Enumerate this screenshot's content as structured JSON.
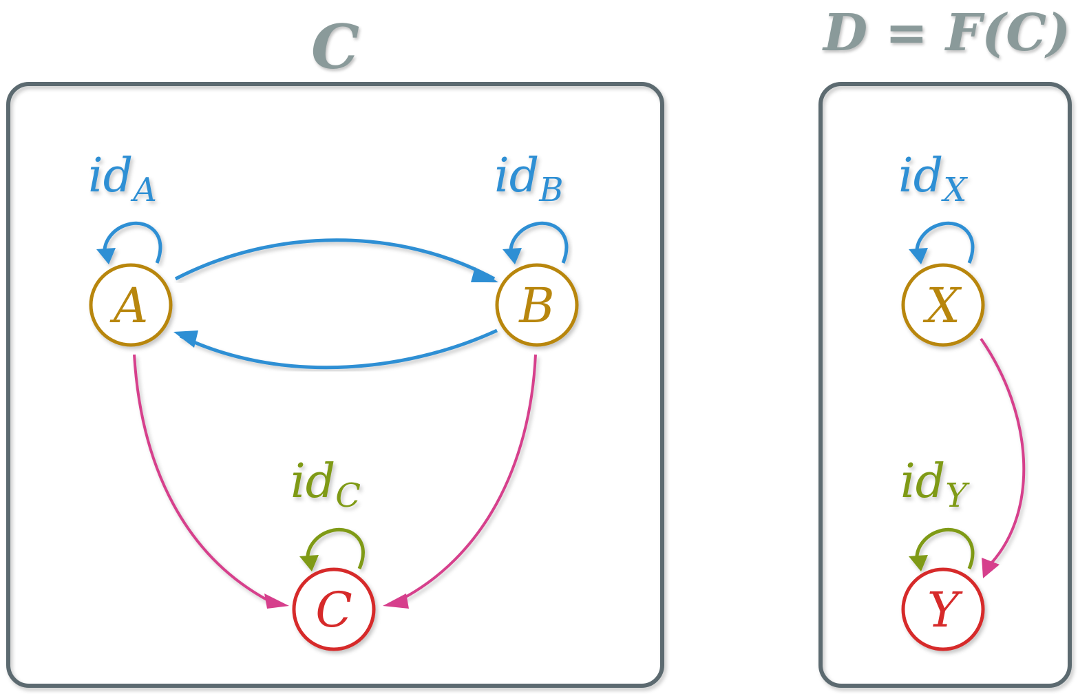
{
  "panels": {
    "left": {
      "title": "C"
    },
    "right": {
      "title": "D = F(C)"
    }
  },
  "nodes": {
    "a": {
      "label": "A"
    },
    "b": {
      "label": "B"
    },
    "c": {
      "label": "C"
    },
    "x": {
      "label": "X"
    },
    "y": {
      "label": "Y"
    }
  },
  "identities": {
    "a": {
      "base": "id",
      "sub": "A"
    },
    "b": {
      "base": "id",
      "sub": "B"
    },
    "c": {
      "base": "id",
      "sub": "C"
    },
    "x": {
      "base": "id",
      "sub": "X"
    },
    "y": {
      "base": "id",
      "sub": "Y"
    }
  },
  "colors": {
    "frame": "#5b6b70",
    "title": "#8a9a9a",
    "object": "#b8860b",
    "terminal_object": "#d62a2a",
    "morphism_blue": "#2e8fd4",
    "morphism_pink": "#d63f8c",
    "identity_green": "#7f9a12"
  }
}
